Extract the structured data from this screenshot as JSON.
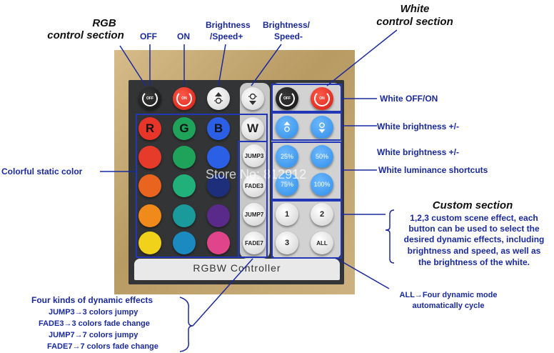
{
  "headers": {
    "rgb_line1": "RGB",
    "rgb_line2": "control section",
    "white_line1": "White",
    "white_line2": "control section",
    "custom": "Custom section"
  },
  "top_labels": {
    "off": "OFF",
    "on": "ON",
    "brightness_speed_plus_1": "Brightness",
    "brightness_speed_plus_2": "/Speed+",
    "brightness_speed_minus_1": "Brightness/",
    "brightness_speed_minus_2": "Speed-"
  },
  "right_labels": {
    "white_off_on": "White OFF/ON",
    "white_brightness_1": "White brightness +/-",
    "white_brightness_2": "White brightness +/-",
    "white_luminance": "White luminance shortcuts"
  },
  "left_labels": {
    "colorful_static": "Colorful static color"
  },
  "custom_description": [
    "1,2,3 custom scene effect, each",
    "button can be used to select the",
    "desired dynamic effects, including",
    "brightness and speed, as well as",
    "the brightness of the white."
  ],
  "all_description": [
    "ALL→Four dynamic mode",
    "automatically cycle"
  ],
  "dynamic_effects": {
    "title": "Four kinds of dynamic effects",
    "items": [
      "JUMP3→3 colors jumpy",
      "FADE3→3 colors fade change",
      "JUMP7→7 colors jumpy",
      "FADE7→7 colors fade change"
    ]
  },
  "remote": {
    "title": "RGBW Controller",
    "off_icon_text": "OFF",
    "on_icon_text": "ON",
    "rgbw_letters": [
      "R",
      "G",
      "B",
      "W"
    ],
    "dynamic_buttons": [
      "JUMP3",
      "FADE3",
      "JUMP7",
      "FADE7"
    ],
    "luminance_buttons": [
      "25%",
      "50%",
      "75%",
      "100%"
    ],
    "custom_buttons": [
      "1",
      "2",
      "3",
      "ALL"
    ]
  },
  "watermark": "Store No: 812912",
  "colors": {
    "label_blue": "#1a2a9e",
    "box_blue": "#2237b5",
    "static_colors": [
      [
        "#e63a2a",
        "#1fa35a",
        "#2b5fe6"
      ],
      [
        "#e8641f",
        "#21b07a",
        "#1d2f7a"
      ],
      [
        "#f08a1a",
        "#1a9a9a",
        "#5a2a8a"
      ],
      [
        "#f0d21a",
        "#1a8ac0",
        "#e0448a"
      ]
    ]
  }
}
